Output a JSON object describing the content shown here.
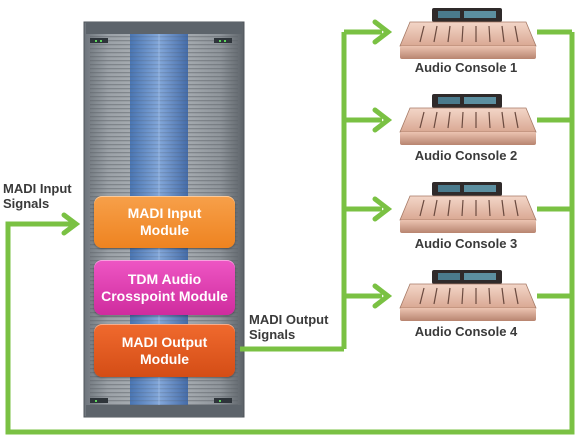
{
  "input_label": {
    "line1": "MADI Input",
    "line2": "Signals"
  },
  "output_label": {
    "line1": "MADI Output",
    "line2": "Signals"
  },
  "modules": {
    "input": {
      "line1": "MADI Input",
      "line2": "Module"
    },
    "tdm": {
      "line1": "TDM Audio",
      "line2": "Crosspoint Module"
    },
    "output": {
      "line1": "MADI Output",
      "line2": "Module"
    }
  },
  "consoles": [
    "Audio Console 1",
    "Audio Console 2",
    "Audio Console 3",
    "Audio Console 4"
  ],
  "colors": {
    "signal_line": "#7ac143",
    "input_module": "#ee8320",
    "tdm_module": "#d42fa3",
    "output_module": "#e0561b",
    "console_body": "#d9a48e"
  }
}
